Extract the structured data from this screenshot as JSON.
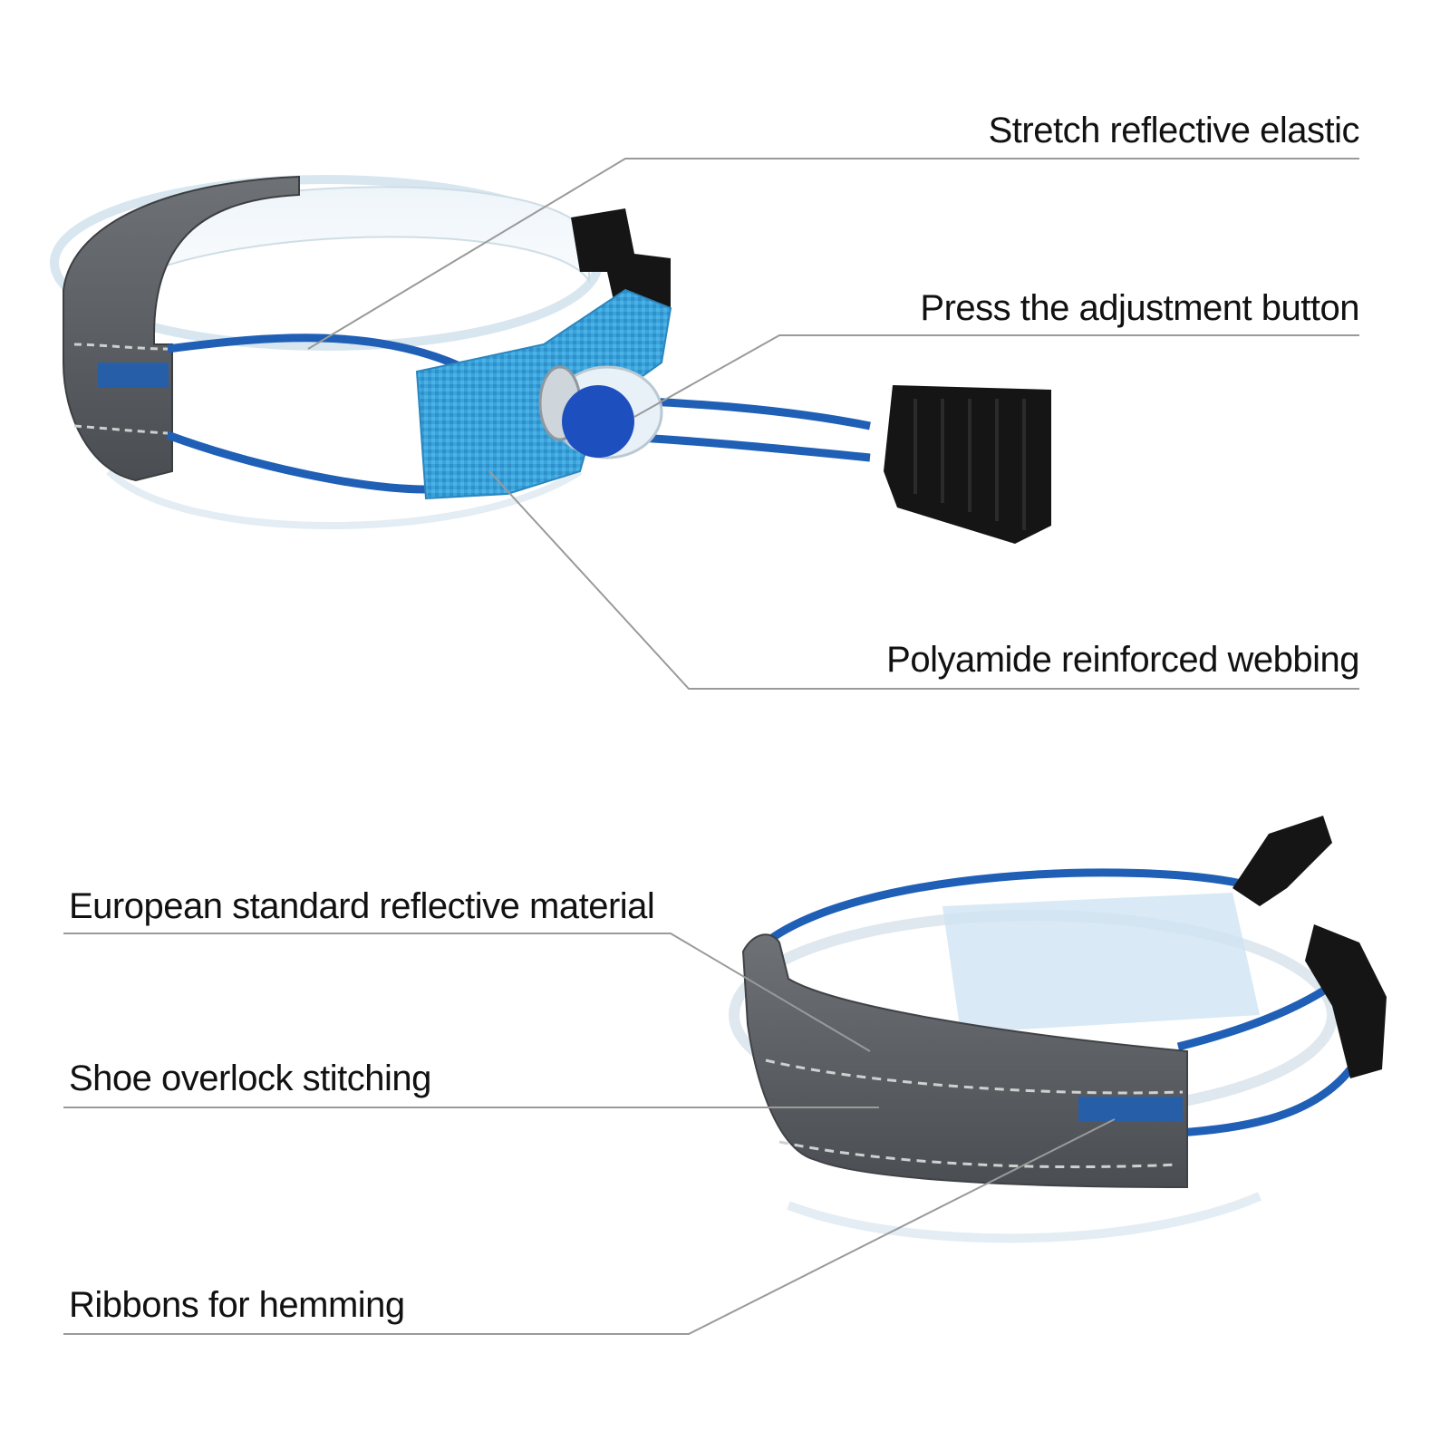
{
  "callouts_top": [
    {
      "label": "Stretch reflective elastic"
    },
    {
      "label": "Press the adjustment button"
    },
    {
      "label": "Polyamide reinforced webbing"
    }
  ],
  "callouts_bottom": [
    {
      "label": "European standard reflective material"
    },
    {
      "label": "Shoe overlock stitching"
    },
    {
      "label": "Ribbons for hemming"
    }
  ],
  "colors": {
    "elastic_blue": "#1f5fb5",
    "webbing_blue": "#3aa3dc",
    "reflective_gray": "#5c6064",
    "stitch_light": "#c9c9c9",
    "clip_black": "#151515",
    "leader_line": "#9a9a9a"
  }
}
